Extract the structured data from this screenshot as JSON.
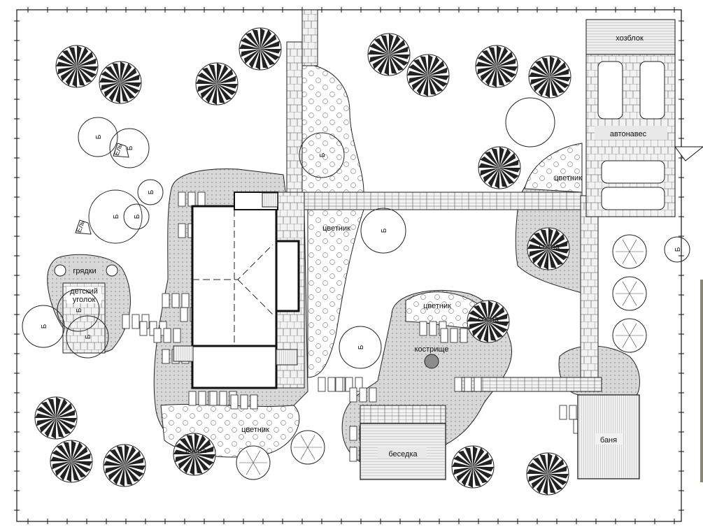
{
  "labels": {
    "outbuilding": "хозблок",
    "carport": "автонавес",
    "flowerbed_center": "цветник",
    "flowerbed_east": "цветник",
    "flowerbed_pond": "цветник",
    "flowerbed_south": "цветник",
    "pine_east": "сосна",
    "pine_center": "сосна",
    "pine_south": "сосна",
    "firepit": "кострище",
    "gazebo": "беседка",
    "bathhouse": "баня",
    "beds": "грядки",
    "kids_corner_line1": "детский",
    "kids_corner_line2": "уголок"
  },
  "tree_marks": {
    "birch": "Б",
    "spruce": "Ель"
  },
  "colors": {
    "ink": "#1a1a1a",
    "paving": "#e8e8e8",
    "gravel": "#d6d6d6",
    "firepit": "#8c8c8c"
  }
}
